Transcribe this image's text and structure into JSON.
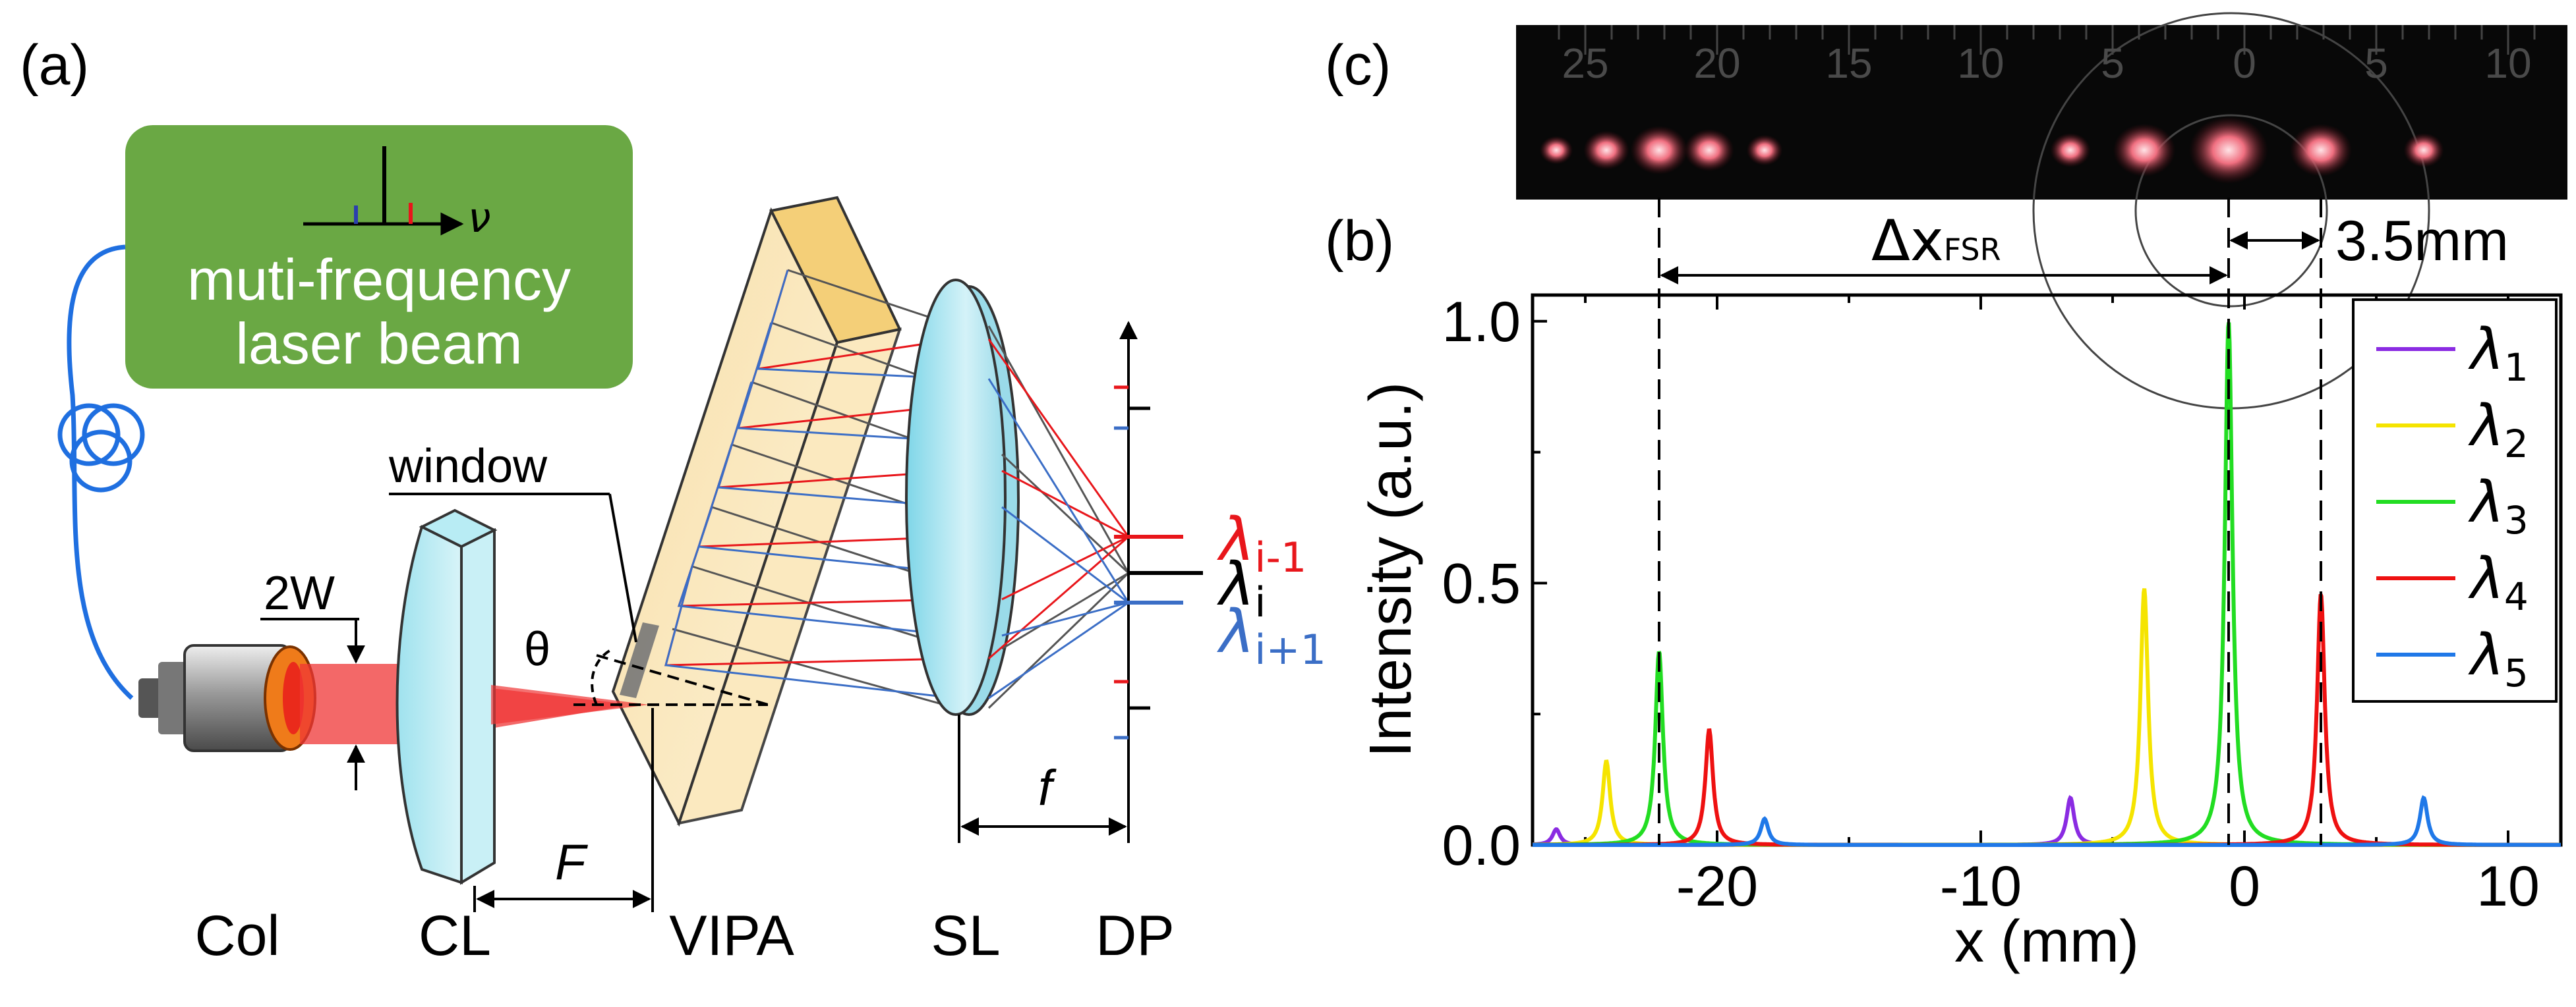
{
  "panel_a": {
    "label": "(a)",
    "source_box": {
      "line1": "muti-frequency",
      "line2": "laser beam",
      "axis_label": "ν",
      "fill": "#6aa844"
    },
    "beam_width_label": "2W",
    "window_label": "window",
    "angle_label": "θ",
    "F_label": "F",
    "f_label": "f",
    "component_labels": {
      "col": "Col",
      "cl": "CL",
      "vipa": "VIPA",
      "sl": "SL",
      "dp": "DP"
    },
    "wavelength_labels": {
      "prev": {
        "base": "λ",
        "sub": "i-1",
        "color": "#e8161b"
      },
      "cur": {
        "base": "λ",
        "sub": "i",
        "color": "#000000"
      },
      "next": {
        "base": "λ",
        "sub": "i+1",
        "color": "#3b6ec6"
      }
    }
  },
  "panel_c": {
    "label": "(c)",
    "ruler_labels": [
      "25",
      "20",
      "15",
      "10",
      "5",
      "0",
      "5",
      "10"
    ]
  },
  "panel_b": {
    "label": "(b)",
    "delta_fsr": {
      "base": "Δx",
      "sub": "FSR"
    },
    "offset_label": "3.5mm"
  },
  "chart_data": {
    "type": "line",
    "xlabel": "x (mm)",
    "ylabel": "Intensity (a.u.)",
    "xlim": [
      -27,
      12
    ],
    "ylim": [
      0,
      1.05
    ],
    "xticks": [
      -20,
      -10,
      0,
      10
    ],
    "xtick_labels": [
      "-20",
      "-10",
      "0",
      "10"
    ],
    "yticks": [
      0.0,
      0.5,
      1.0
    ],
    "ytick_labels": [
      "0.0",
      "0.5",
      "1.0"
    ],
    "legend_position": "top-right",
    "grid": false,
    "dashed_markers_x": [
      -22.2,
      -0.6,
      2.9
    ],
    "series": [
      {
        "name": "λ1",
        "legend": {
          "base": "λ",
          "sub": "1"
        },
        "color": "#8a2be2",
        "peaks": [
          {
            "x": -26.1,
            "amp": 0.03,
            "width": 0.35
          },
          {
            "x": -6.6,
            "amp": 0.09,
            "width": 0.35
          }
        ]
      },
      {
        "name": "λ2",
        "legend": {
          "base": "λ",
          "sub": "2"
        },
        "color": "#f5e400",
        "peaks": [
          {
            "x": -24.2,
            "amp": 0.16,
            "width": 0.35
          },
          {
            "x": -3.8,
            "amp": 0.49,
            "width": 0.35
          }
        ]
      },
      {
        "name": "λ3",
        "legend": {
          "base": "λ",
          "sub": "3"
        },
        "color": "#22dd22",
        "peaks": [
          {
            "x": -22.2,
            "amp": 0.37,
            "width": 0.35
          },
          {
            "x": -0.6,
            "amp": 1.0,
            "width": 0.35
          }
        ]
      },
      {
        "name": "λ4",
        "legend": {
          "base": "λ",
          "sub": "4"
        },
        "color": "#ee1111",
        "peaks": [
          {
            "x": -20.3,
            "amp": 0.22,
            "width": 0.35
          },
          {
            "x": 2.9,
            "amp": 0.48,
            "width": 0.35
          }
        ]
      },
      {
        "name": "λ5",
        "legend": {
          "base": "λ",
          "sub": "5"
        },
        "color": "#1f78e8",
        "peaks": [
          {
            "x": -18.2,
            "amp": 0.05,
            "width": 0.35
          },
          {
            "x": 6.8,
            "amp": 0.09,
            "width": 0.35
          }
        ]
      }
    ]
  }
}
